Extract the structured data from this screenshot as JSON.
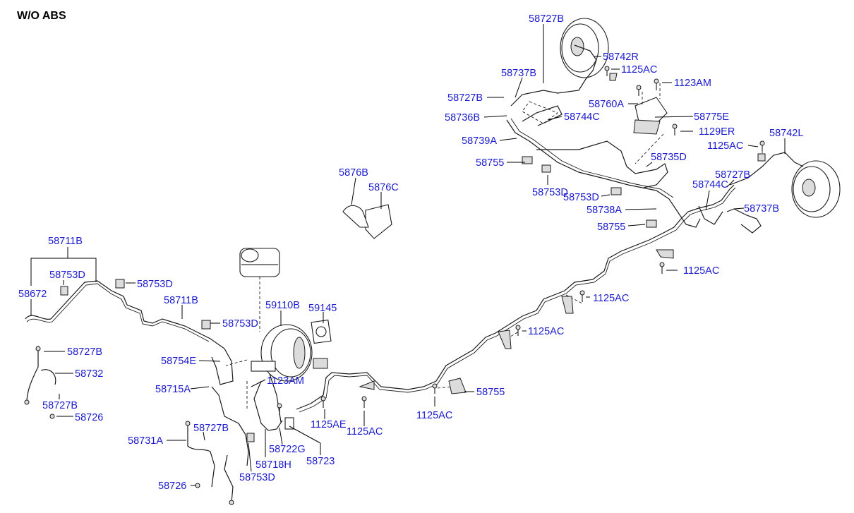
{
  "title": "W/O ABS",
  "callouts": [
    {
      "id": "c1",
      "text": "58727B"
    },
    {
      "id": "c2",
      "text": "58742R"
    },
    {
      "id": "c3",
      "text": "1125AC"
    },
    {
      "id": "c4",
      "text": "58737B"
    },
    {
      "id": "c5",
      "text": "1123AM"
    },
    {
      "id": "c6",
      "text": "58727B"
    },
    {
      "id": "c7",
      "text": "58760A"
    },
    {
      "id": "c8",
      "text": "58736B"
    },
    {
      "id": "c9",
      "text": "58744C"
    },
    {
      "id": "c10",
      "text": "58775E"
    },
    {
      "id": "c11",
      "text": "1129ER"
    },
    {
      "id": "c12",
      "text": "58739A"
    },
    {
      "id": "c13",
      "text": "58742L"
    },
    {
      "id": "c14",
      "text": "1125AC"
    },
    {
      "id": "c15",
      "text": "58755"
    },
    {
      "id": "c16",
      "text": "58735D"
    },
    {
      "id": "c17",
      "text": "5876B"
    },
    {
      "id": "c18",
      "text": "5876C"
    },
    {
      "id": "c19",
      "text": "58753D"
    },
    {
      "id": "c20",
      "text": "58727B"
    },
    {
      "id": "c21",
      "text": "58744C"
    },
    {
      "id": "c22",
      "text": "58753D"
    },
    {
      "id": "c23",
      "text": "58738A"
    },
    {
      "id": "c24",
      "text": "58737B"
    },
    {
      "id": "c25",
      "text": "58755"
    },
    {
      "id": "c26",
      "text": "58711B"
    },
    {
      "id": "c27",
      "text": "1125AC"
    },
    {
      "id": "c28",
      "text": "58753D"
    },
    {
      "id": "c29",
      "text": "58753D"
    },
    {
      "id": "c30",
      "text": "58672"
    },
    {
      "id": "c31",
      "text": "58711B"
    },
    {
      "id": "c32",
      "text": "1125AC"
    },
    {
      "id": "c33",
      "text": "59110B"
    },
    {
      "id": "c34",
      "text": "59145"
    },
    {
      "id": "c35",
      "text": "58753D"
    },
    {
      "id": "c36",
      "text": "1125AC"
    },
    {
      "id": "c37",
      "text": "58727B"
    },
    {
      "id": "c38",
      "text": "58754E"
    },
    {
      "id": "c39",
      "text": "58732"
    },
    {
      "id": "c40",
      "text": "1123AM"
    },
    {
      "id": "c41",
      "text": "58715A"
    },
    {
      "id": "c42",
      "text": "58755"
    },
    {
      "id": "c43",
      "text": "58727B"
    },
    {
      "id": "c44",
      "text": "1125AC"
    },
    {
      "id": "c45",
      "text": "58726"
    },
    {
      "id": "c46",
      "text": "1125AE"
    },
    {
      "id": "c47",
      "text": "58727B"
    },
    {
      "id": "c48",
      "text": "1125AC"
    },
    {
      "id": "c49",
      "text": "58731A"
    },
    {
      "id": "c50",
      "text": "58722G"
    },
    {
      "id": "c51",
      "text": "58723"
    },
    {
      "id": "c52",
      "text": "58718H"
    },
    {
      "id": "c53",
      "text": "58726"
    },
    {
      "id": "c54",
      "text": "58753D"
    }
  ]
}
